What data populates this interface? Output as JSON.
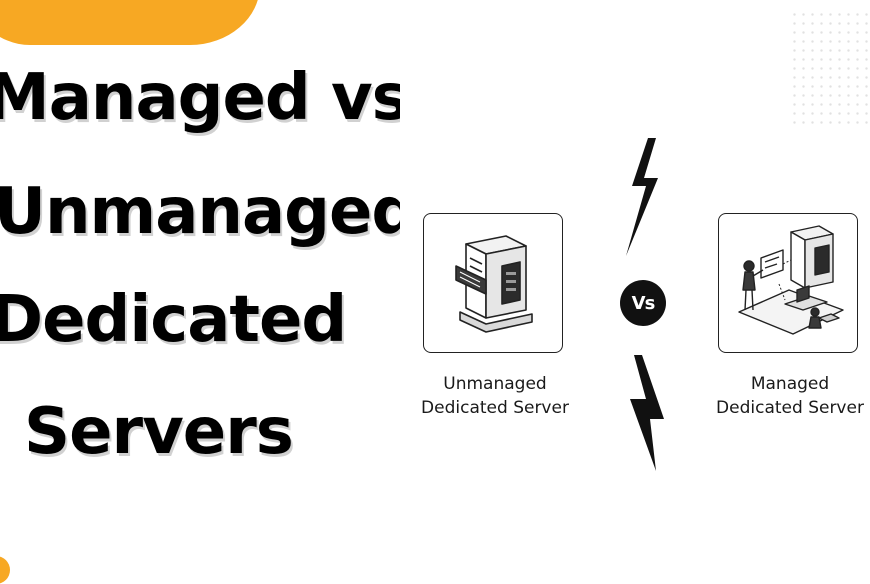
{
  "headline": {
    "line1": "Managed vs",
    "line2": "Unmanaged",
    "line3": "Dedicated",
    "line4": "Servers"
  },
  "comparison": {
    "vs_label": "Vs",
    "left": {
      "line1": "Unmanaged",
      "line2": "Dedicated Server",
      "icon": "server-icon"
    },
    "right": {
      "line1": "Managed",
      "line2": "Dedicated Server",
      "icon": "managed-server-team-icon"
    }
  },
  "colors": {
    "accent": "#f7a823",
    "ink": "#111111",
    "background": "#ffffff"
  }
}
